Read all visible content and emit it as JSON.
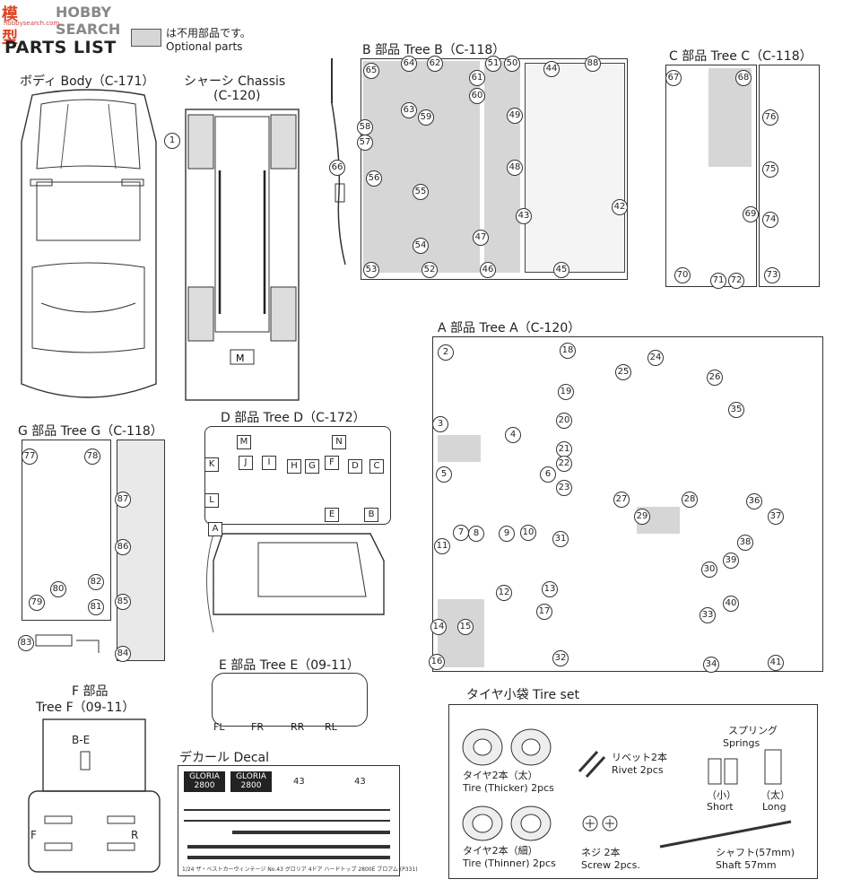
{
  "watermark": {
    "brand": "HOBBY SEARCH",
    "logo_text": "模型",
    "logo_small": "hobbysearch.com"
  },
  "header": {
    "title": "PARTS LIST",
    "legend_jp": "は不用部品です。",
    "legend_en": "Optional parts"
  },
  "body": {
    "title": "ボディ Body（C-171）"
  },
  "chassis": {
    "title": "シャーシ Chassis",
    "code": "(C-120)",
    "part": "1"
  },
  "tree_b": {
    "title": "B 部品 Tree B（C-118）",
    "parts": [
      "65",
      "64",
      "62",
      "51",
      "50",
      "61",
      "60",
      "58",
      "57",
      "63",
      "59",
      "49",
      "44",
      "88",
      "66",
      "56",
      "48",
      "55",
      "43",
      "42",
      "47",
      "54",
      "53",
      "52",
      "46",
      "45"
    ]
  },
  "tree_c": {
    "title": "C 部品 Tree C（C-118）",
    "parts": [
      "67",
      "68",
      "76",
      "75",
      "69",
      "74",
      "70",
      "71",
      "72",
      "73"
    ]
  },
  "tree_a": {
    "title": "A 部品 Tree A（C-120）",
    "parts": [
      "2",
      "18",
      "24",
      "25",
      "26",
      "19",
      "35",
      "20",
      "3",
      "21",
      "4",
      "22",
      "5",
      "6",
      "23",
      "27",
      "28",
      "36",
      "29",
      "37",
      "7",
      "8",
      "9",
      "10",
      "31",
      "38",
      "11",
      "39",
      "30",
      "12",
      "13",
      "40",
      "17",
      "14",
      "15",
      "33",
      "16",
      "32",
      "34",
      "41"
    ]
  },
  "tree_g": {
    "title": "G 部品 Tree G（C-118）",
    "parts": [
      "77",
      "78",
      "87",
      "86",
      "82",
      "80",
      "79",
      "81",
      "85",
      "83",
      "84"
    ]
  },
  "tree_d": {
    "title": "D 部品 Tree D（C-172）",
    "letters": [
      "M",
      "N",
      "K",
      "J",
      "I",
      "H",
      "G",
      "F",
      "D",
      "C",
      "L",
      "E",
      "B",
      "A"
    ]
  },
  "tree_e": {
    "title": "E 部品 Tree E（09-11）",
    "labels": [
      "FL",
      "FR",
      "RR",
      "RL"
    ]
  },
  "tree_f": {
    "title_jp": "F 部品",
    "title_en": "Tree F（09-11）",
    "label_be": "B-E",
    "label_f": "F",
    "label_r": "R"
  },
  "decal": {
    "title": "デカール Decal",
    "logo1": "GLORIA",
    "logo1_sub": "2800",
    "logo2": "GLORIA",
    "logo2_sub": "2800",
    "num_43a": "43",
    "num_43b": "43",
    "footer": "1/24 ザ・ベストカーヴィンテージ  No.43  グロリア 4ドア ハードトップ 2800E ブロアム (P331)"
  },
  "tire_set": {
    "title": "タイヤ小袋  Tire set",
    "thick_jp": "タイヤ2本（太）",
    "thick_en": "Tire (Thicker) 2pcs",
    "rivet_jp": "リベット2本",
    "rivet_en": "Rivet 2pcs",
    "springs_jp": "スプリング",
    "springs_en": "Springs",
    "short_jp": "（小）",
    "short_en": "Short",
    "long_jp": "（太）",
    "long_en": "Long",
    "thin_jp": "タイヤ2本（細）",
    "thin_en": "Tire (Thinner) 2pcs",
    "screw_jp": "ネジ 2本",
    "screw_en": "Screw 2pcs.",
    "shaft_jp": "シャフト(57mm)",
    "shaft_en": "Shaft 57mm"
  }
}
